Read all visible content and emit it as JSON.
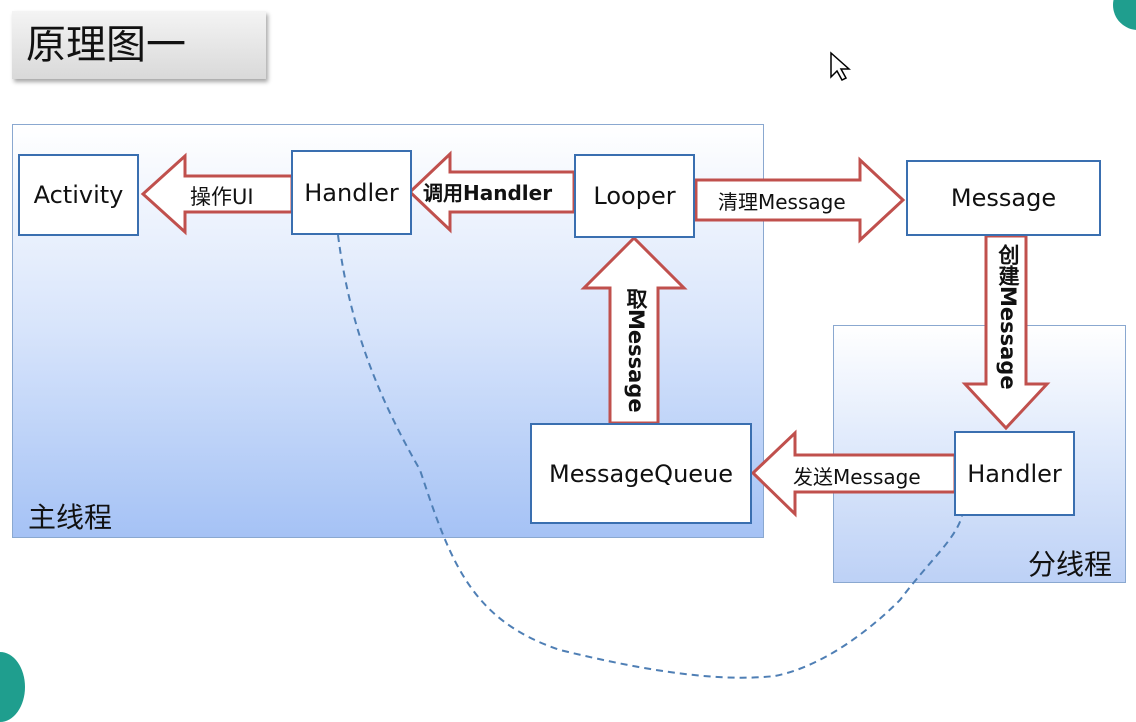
{
  "title": "原理图一",
  "regions": {
    "main_thread": "主线程",
    "sub_thread": "分线程"
  },
  "nodes": {
    "activity": "Activity",
    "handler_main": "Handler",
    "looper": "Looper",
    "message": "Message",
    "message_queue": "MessageQueue",
    "handler_sub": "Handler"
  },
  "arrows": {
    "operate_ui": "操作UI",
    "call_handler": "调用Handler",
    "clean_message": "清理Message",
    "create_message": "创建Message",
    "take_message": "取Message",
    "send_message": "发送Message"
  },
  "colors": {
    "arrow_stroke": "#c0504d",
    "node_border": "#3a6fb0",
    "dashed_link": "#4f7fb5"
  }
}
